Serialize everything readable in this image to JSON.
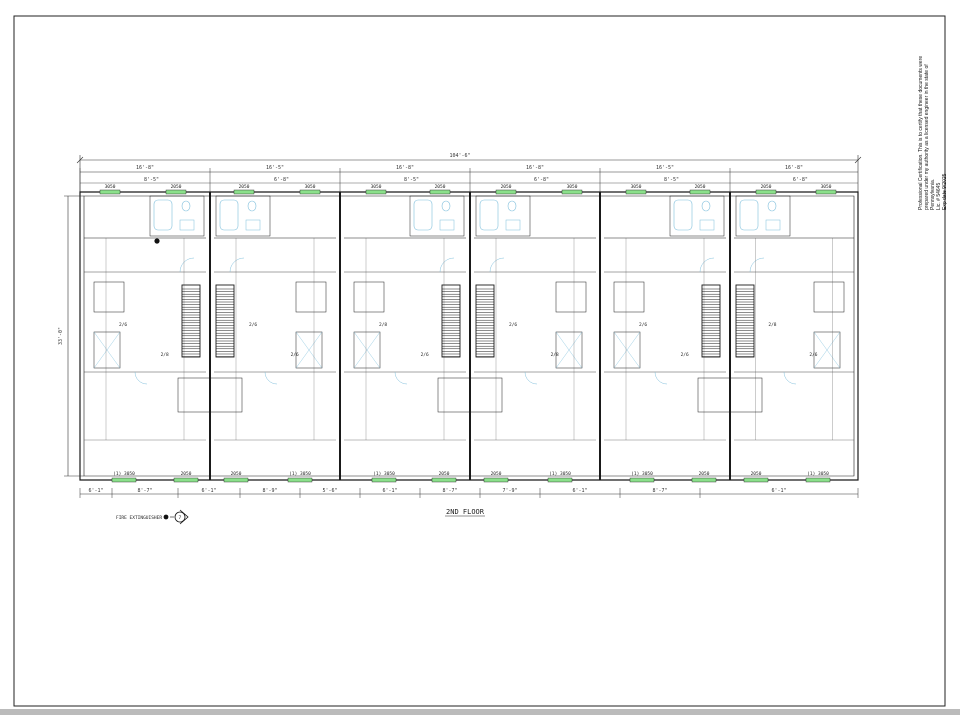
{
  "sheet": {
    "title": "2ND FLOOR",
    "legend_label": "FIRE EXTINGUISHER",
    "legend_tag": "7",
    "certification": {
      "lines": [
        "Professional Certification. This is to certify that these documents were",
        "prepared under my authority as a licensed engineer in the state of",
        "Pennsylvania.",
        "Lic. # 54645",
        "Exp date 9/2025"
      ]
    }
  },
  "dimensions": {
    "overall": "104'-6\"",
    "unit_widths": [
      "16'-8\"",
      "16'-5\"",
      "16'-8\"",
      "16'-8\"",
      "16'-5\"",
      "16'-8\""
    ],
    "depth": "33'-0\"",
    "bottom_chain": [
      "6'-1\"",
      "8'-7\"",
      "6'-1\"",
      "8'-9\"",
      "5'-6\"",
      "6'-1\"",
      "8'-7\"",
      "7'-9\"",
      "6'-1\"",
      "8'-7\"",
      "6'-1\""
    ],
    "top_chain": [
      "8'-5\"",
      "6'-8\"",
      "8'-5\"",
      "6'-8\"",
      "8'-5\"",
      "6'-8\""
    ]
  },
  "windows": {
    "top": [
      "3050",
      "2050",
      "2050",
      "3050",
      "3050",
      "2050",
      "2050",
      "3050",
      "3050",
      "2050",
      "2050",
      "3050"
    ],
    "bottom": [
      "(1) 3050",
      "2050",
      "2050",
      "(1) 3050",
      "(1) 3050",
      "2050",
      "2050",
      "(1) 3050",
      "(1) 3050",
      "2050",
      "2050",
      "(1) 3050"
    ]
  },
  "door_tags": [
    "2/6",
    "2/8",
    "2/6",
    "2/6",
    "2/8",
    "2/6",
    "2/6",
    "2/8",
    "2/6",
    "2/6",
    "2/8",
    "2/6"
  ],
  "colors": {
    "ink": "#1a1a1a",
    "fixture": "#7fbfdc",
    "window_glass": "#8be08b"
  }
}
